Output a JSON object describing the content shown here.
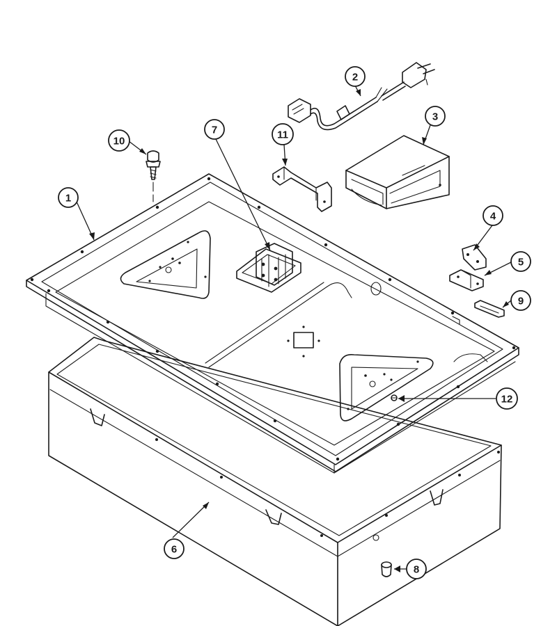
{
  "callouts": [
    {
      "id": "1",
      "label": "1",
      "part": "cooktop-pan"
    },
    {
      "id": "2",
      "label": "2",
      "part": "power-cord"
    },
    {
      "id": "3",
      "label": "3",
      "part": "control-box"
    },
    {
      "id": "4",
      "label": "4",
      "part": "hinge-bracket"
    },
    {
      "id": "5",
      "label": "5",
      "part": "hinge"
    },
    {
      "id": "6",
      "label": "6",
      "part": "burner-box"
    },
    {
      "id": "7",
      "label": "7",
      "part": "terminal-block"
    },
    {
      "id": "8",
      "label": "8",
      "part": "plug-button"
    },
    {
      "id": "9",
      "label": "9",
      "part": "clip"
    },
    {
      "id": "10",
      "label": "10",
      "part": "screw"
    },
    {
      "id": "11",
      "label": "11",
      "part": "mounting-bracket"
    },
    {
      "id": "12",
      "label": "12",
      "part": "pan-screw"
    }
  ]
}
